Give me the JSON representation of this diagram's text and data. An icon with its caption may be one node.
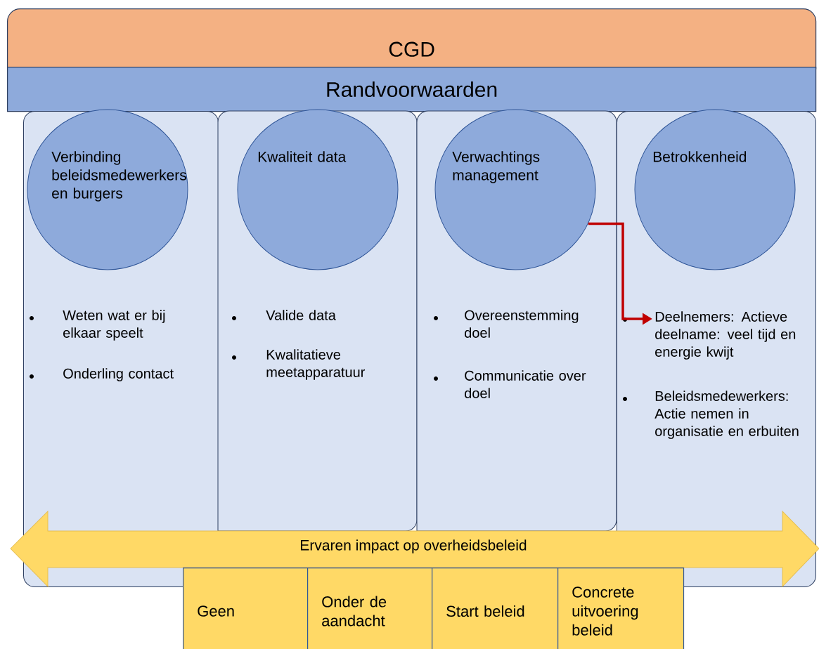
{
  "diagram": {
    "nodes": [
      {
        "text": [
          "CGD"
        ]
      },
      {
        "text": [
          "Randvoorwaarden"
        ]
      },
      {
        "text": [],
        "shape": "box"
      },
      {
        "text": [
          "Verbinding beleidsmedewerkers en burgers"
        ],
        "in": 2
      },
      {
        "text": [
          "Weten wat er bij elkaar speelt"
        ],
        "in": 2
      },
      {
        "text": [
          "Onderling contact"
        ],
        "in": 2
      },
      {
        "text": [],
        "shape": "box"
      },
      {
        "text": [
          "Kwaliteit data"
        ],
        "in": 6
      },
      {
        "text": [
          "Valide data"
        ],
        "in": 6
      },
      {
        "text": [
          "Kwalitatieve meetapparatuur"
        ],
        "in": 6
      },
      {
        "text": [],
        "shape": "box"
      },
      {
        "text": [
          "Verwachtings management"
        ],
        "in": 10
      },
      {
        "text": [
          "Overeenstemming doel"
        ],
        "in": 10
      },
      {
        "text": [
          "Communicatie over doel"
        ],
        "in": 10
      },
      {
        "text": [],
        "shape": "box"
      },
      {
        "text": [
          "Betrokkenheid"
        ],
        "in": 14
      },
      {
        "text": [
          "Deelnemers: Actieve deelname: veel tijd en energie kwijt"
        ],
        "in": 14
      },
      {
        "text": [
          "Beleidsmedewerkers: Actie nemen in organisatie en erbuiten"
        ],
        "in": 14
      },
      {
        "text": [
          "Ervaren impact op overheidsbeleid"
        ]
      },
      {
        "text": [
          "Geen"
        ]
      },
      {
        "text": [
          "Onder de aandacht"
        ]
      },
      {
        "text": [
          "Start beleid"
        ]
      },
      {
        "text": [
          "Concrete uitvoering beleid"
        ]
      }
    ],
    "edges": [
      {
        "from": 11,
        "to": 16,
        "arrow": "to",
        "color": "#c00000"
      }
    ]
  }
}
